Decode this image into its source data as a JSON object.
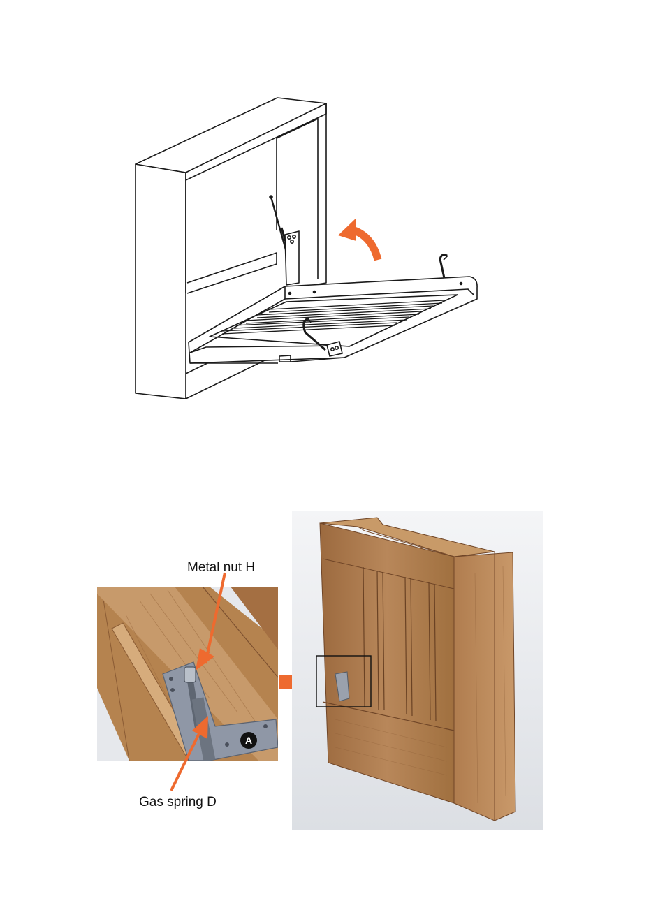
{
  "upper_figure": {
    "arrow_icon": "curved-lift-arrow-icon"
  },
  "lower_figure": {
    "callouts": {
      "metal_nut": "Metal nut H",
      "gas_spring": "Gas spring D"
    },
    "badge_letter": "A",
    "pointer_icon": "right-arrow-icon"
  },
  "colors": {
    "accent_orange": "#ee6a2f",
    "wood_light": "#c49563",
    "wood_mid": "#a87447",
    "wood_dark": "#8a5b34",
    "bracket_gray": "#8f97a6",
    "line": "#1a1a1a"
  }
}
